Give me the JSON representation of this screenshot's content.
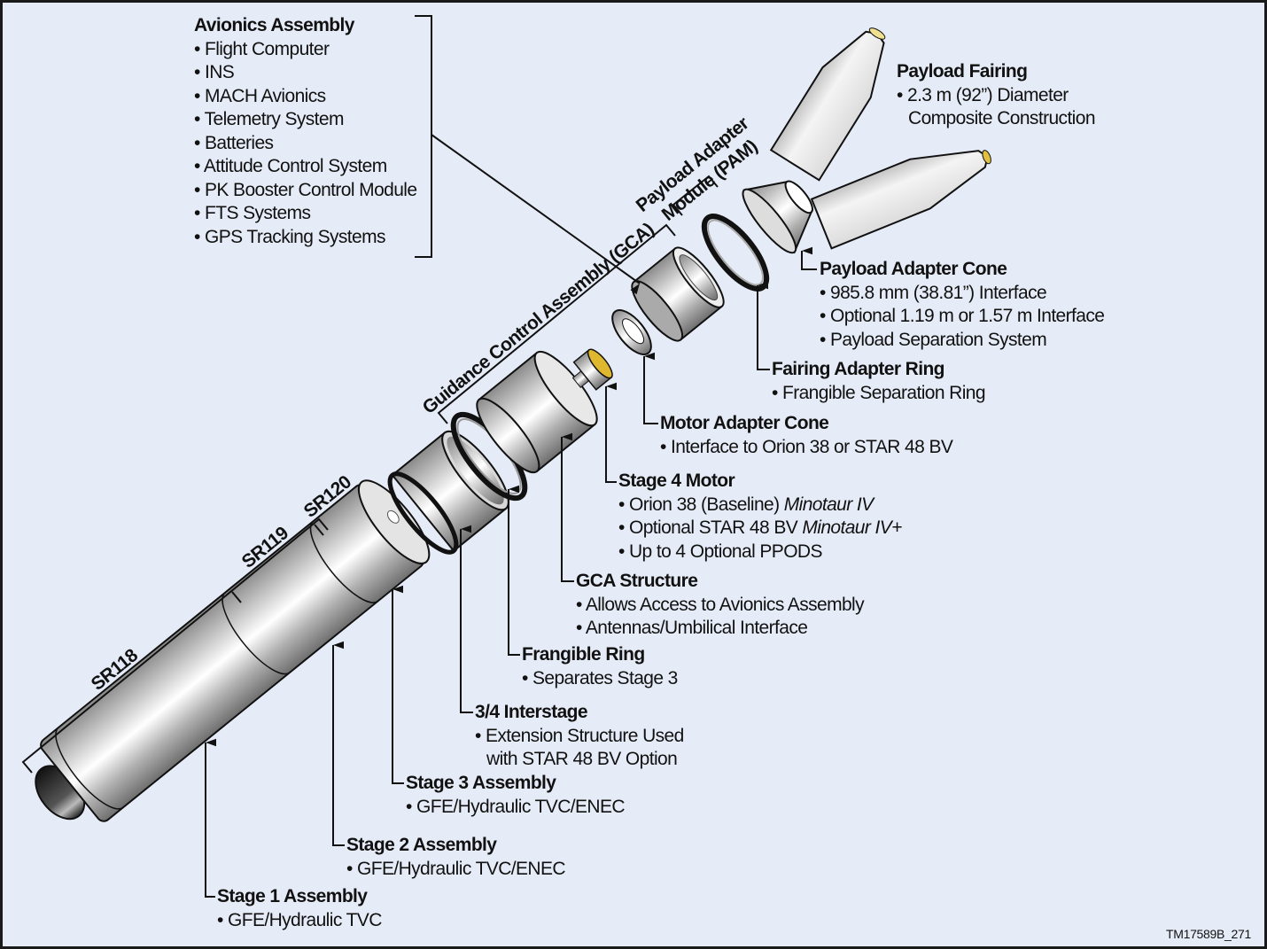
{
  "avionics": {
    "title": "Avionics Assembly",
    "items": [
      "• Flight Computer",
      "• INS",
      "• MACH Avionics",
      "• Telemetry System",
      "• Batteries",
      "• Attitude Control System",
      "• PK Booster Control Module",
      "• FTS Systems",
      "• GPS Tracking Systems"
    ]
  },
  "payload_fairing": {
    "title": "Payload Fairing",
    "items": [
      "• 2.3 m (92”) Diameter",
      "Composite Construction"
    ]
  },
  "payload_adapter_cone": {
    "title": "Payload Adapter Cone",
    "items": [
      "• 985.8 mm (38.81”) Interface",
      "• Optional 1.19 m or 1.57 m Interface",
      "• Payload Separation System"
    ]
  },
  "fairing_adapter_ring": {
    "title": "Fairing Adapter Ring",
    "items": [
      "• Frangible Separation Ring"
    ]
  },
  "motor_adapter_cone": {
    "title": "Motor Adapter Cone",
    "items": [
      "• Interface to Orion 38 or STAR 48 BV"
    ]
  },
  "stage4_motor": {
    "title": "Stage 4 Motor",
    "items": [
      "• Orion 38 (Baseline) ",
      "Minotaur IV",
      "• Optional STAR 48 BV ",
      "Minotaur IV+",
      "• Up to 4 Optional PPODS"
    ]
  },
  "gca_structure": {
    "title": "GCA Structure",
    "items": [
      "• Allows Access to Avionics Assembly",
      "• Antennas/Umbilical Interface"
    ]
  },
  "frangible_ring": {
    "title": "Frangible Ring",
    "items": [
      "• Separates Stage 3"
    ]
  },
  "interstage": {
    "title": "3/4 Interstage",
    "items": [
      "• Extension Structure Used",
      "with STAR 48 BV Option"
    ]
  },
  "stage3": {
    "title": "Stage 3 Assembly",
    "items": [
      "• GFE/Hydraulic TVC/ENEC"
    ]
  },
  "stage2": {
    "title": "Stage 2 Assembly",
    "items": [
      "• GFE/Hydraulic TVC/ENEC"
    ]
  },
  "stage1": {
    "title": "Stage 1 Assembly",
    "items": [
      "• GFE/Hydraulic TVC"
    ]
  },
  "rotated": {
    "sr118": "SR118",
    "sr119": "SR119",
    "sr120": "SR120",
    "gca": "Guidance Control Assembly (GCA)",
    "pam1": "Payload Adapter",
    "pam2": "Module (PAM)"
  },
  "figure_id": "TM17589B_271",
  "colors": {
    "background": "#e6ecf7",
    "metal": "#c8c8c8",
    "gold": "#e0b830"
  }
}
